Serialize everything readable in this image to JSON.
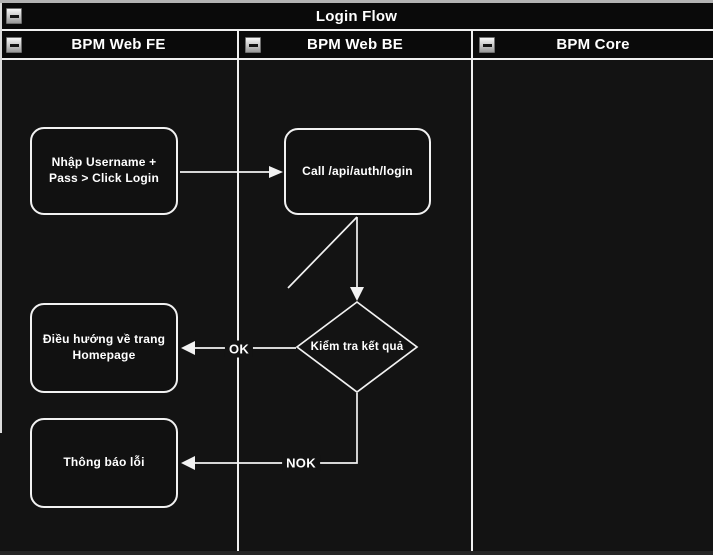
{
  "diagram": {
    "title": "Login Flow",
    "lanes": [
      {
        "label": "BPM Web FE"
      },
      {
        "label": "BPM Web BE"
      },
      {
        "label": "BPM Core"
      }
    ],
    "nodes": [
      {
        "id": "enter-credentials",
        "lane": "BPM Web FE",
        "type": "rounded-rect",
        "label": "Nhập Username + Pass > Click Login"
      },
      {
        "id": "call-login-api",
        "lane": "BPM Web BE",
        "type": "rounded-rect",
        "label": "Call /api/auth/login"
      },
      {
        "id": "check-result",
        "lane": "BPM Web BE",
        "type": "decision-diamond",
        "label": "Kiểm tra kết quả"
      },
      {
        "id": "navigate-homepage",
        "lane": "BPM Web FE",
        "type": "rounded-rect",
        "label": "Điều hướng về trang Homepage"
      },
      {
        "id": "show-error",
        "lane": "BPM Web FE",
        "type": "rounded-rect",
        "label": "Thông báo lỗi"
      }
    ],
    "edges": [
      {
        "from": "enter-credentials",
        "to": "call-login-api",
        "label": ""
      },
      {
        "from": "call-login-api",
        "to": "check-result",
        "label": ""
      },
      {
        "from": "check-result",
        "to": "navigate-homepage",
        "label": "OK"
      },
      {
        "from": "check-result",
        "to": "show-error",
        "label": "NOK"
      }
    ],
    "icons": {
      "collapse": "collapse-minus-icon"
    },
    "colors": {
      "canvas_background": "#131313",
      "pool_header_fill": "#0a0a0a",
      "stroke": "#f2f2f2",
      "text": "#ffffff",
      "collapse_button_face": "#cccccc",
      "top_edge": "#b3b3b3"
    }
  }
}
